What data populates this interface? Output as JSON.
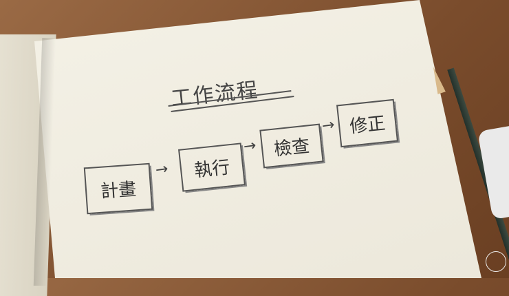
{
  "diagram": {
    "title": "工作流程",
    "steps": [
      "計畫",
      "執行",
      "檢查",
      "修正"
    ],
    "arrow": "→"
  },
  "icons": {
    "pencil": "pencil-icon",
    "eraser": "eraser-icon",
    "watermark": "dog-logo-icon"
  }
}
